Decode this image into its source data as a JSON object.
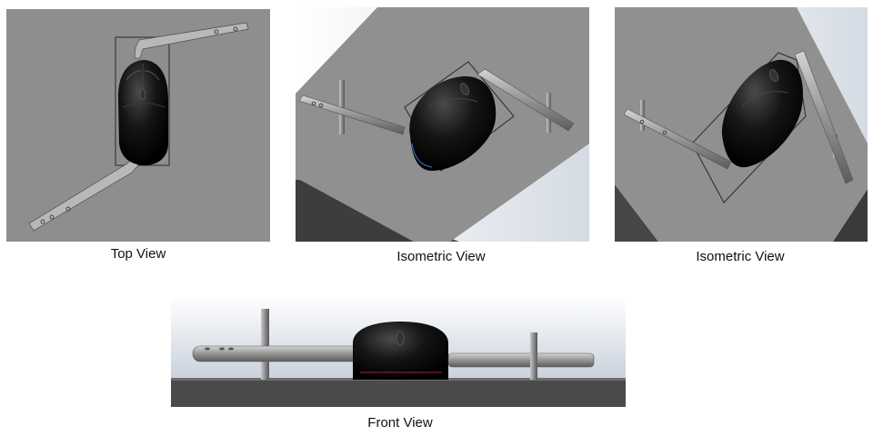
{
  "figure": {
    "captions": {
      "top_view": "Top View",
      "isometric_view_1": "Isometric View",
      "isometric_view_2": "Isometric View",
      "front_view": "Front View"
    }
  }
}
